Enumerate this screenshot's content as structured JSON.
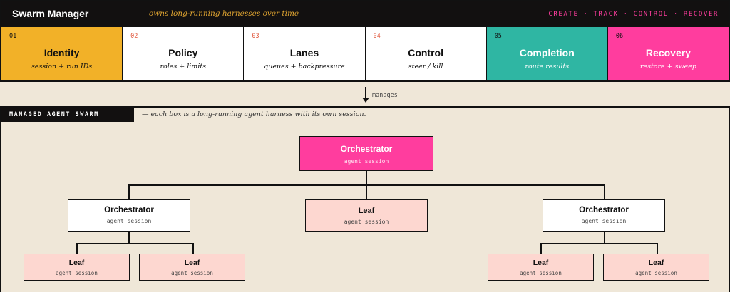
{
  "header": {
    "title": "Swarm Manager",
    "tagline": "— owns long-running harnesses over time",
    "verbs": "CREATE · TRACK · CONTROL · RECOVER"
  },
  "cards": [
    {
      "num": "01",
      "title": "Identity",
      "sub": "session + run IDs",
      "bg": "#f2b128",
      "fg": "#111111"
    },
    {
      "num": "02",
      "title": "Policy",
      "sub": "roles + limits",
      "bg": "#ffffff",
      "fg": "#111111"
    },
    {
      "num": "03",
      "title": "Lanes",
      "sub": "queues + backpressure",
      "bg": "#ffffff",
      "fg": "#111111"
    },
    {
      "num": "04",
      "title": "Control",
      "sub": "steer / kill",
      "bg": "#ffffff",
      "fg": "#111111"
    },
    {
      "num": "05",
      "title": "Completion",
      "sub": "route results",
      "bg": "#2fb6a3",
      "fg": "#ffffff"
    },
    {
      "num": "06",
      "title": "Recovery",
      "sub": "restore + sweep",
      "bg": "#ff3d9e",
      "fg": "#ffffff"
    }
  ],
  "num_color": "#e0553a",
  "connector": {
    "label": "manages"
  },
  "swarm": {
    "tag": "MANAGED AGENT SWARM",
    "note": "— each box is a long-running agent harness with its own session.",
    "nodes": {
      "root": {
        "title": "Orchestrator",
        "sub": "agent session"
      },
      "left": {
        "title": "Orchestrator",
        "sub": "agent session"
      },
      "center": {
        "title": "Leaf",
        "sub": "agent session"
      },
      "right": {
        "title": "Orchestrator",
        "sub": "agent session"
      },
      "ll": {
        "title": "Leaf",
        "sub": "agent session"
      },
      "lr": {
        "title": "Leaf",
        "sub": "agent session"
      },
      "rl": {
        "title": "Leaf",
        "sub": "agent session"
      },
      "rr": {
        "title": "Leaf",
        "sub": "agent session"
      }
    }
  }
}
